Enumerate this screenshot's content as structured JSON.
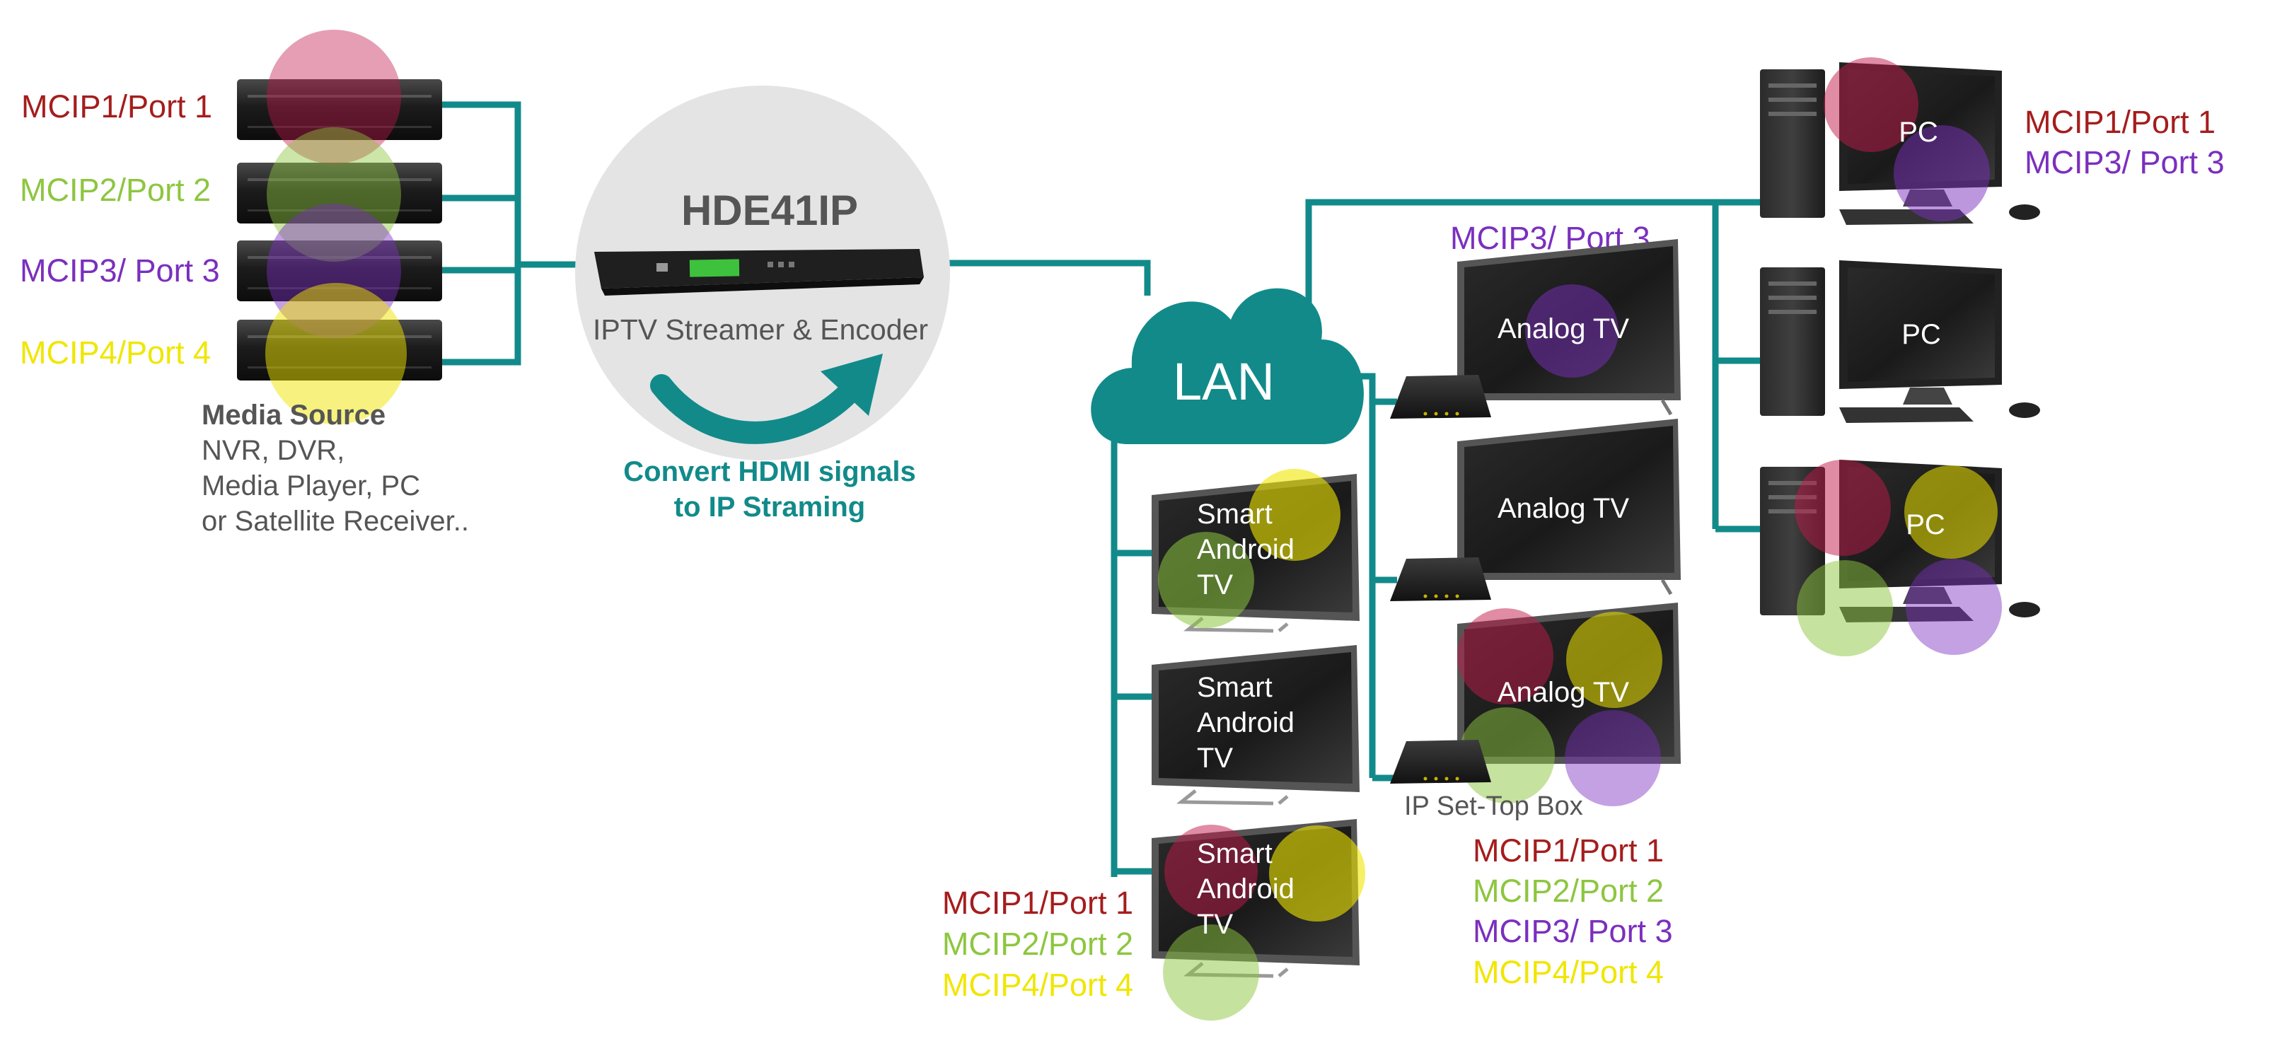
{
  "colors": {
    "port1": "#a51d1d",
    "port2": "#8dc63f",
    "port3": "#7b2fbe",
    "port4": "#f0e600",
    "teal": "#128a8a",
    "gray_text": "#555555",
    "dark_text": "#444444"
  },
  "sources": {
    "ports": [
      {
        "label": "MCIP1/Port 1",
        "color_key": "port1"
      },
      {
        "label": "MCIP2/Port 2",
        "color_key": "port2"
      },
      {
        "label": "MCIP3/ Port 3",
        "color_key": "port3"
      },
      {
        "label": "MCIP4/Port 4",
        "color_key": "port4"
      }
    ],
    "title": "Media Source",
    "lines": [
      "NVR, DVR,",
      "Media Player, PC",
      "or Satellite Receiver.."
    ]
  },
  "encoder": {
    "model": "HDE41IP",
    "subtitle": "IPTV Streamer & Encoder",
    "caption_line1": "Convert HDMI signals",
    "caption_line2": "to IP Straming"
  },
  "network": {
    "label": "LAN"
  },
  "smart_tvs": {
    "label_lines": [
      "Smart",
      "Android",
      "TV"
    ],
    "bottom_ports": [
      "MCIP1/Port 1",
      "MCIP2/Port 2",
      "MCIP4/Port 4"
    ]
  },
  "analog_tvs": {
    "label": "Analog TV",
    "top_port": "MCIP3/ Port 3",
    "stb_label": "IP Set-Top Box",
    "bottom_ports": [
      "MCIP1/Port 1",
      "MCIP2/Port 2",
      "MCIP3/ Port 3",
      "MCIP4/Port 4"
    ]
  },
  "pcs": {
    "label": "PC",
    "top_ports": [
      "MCIP1/Port 1",
      "MCIP3/ Port 3"
    ]
  }
}
